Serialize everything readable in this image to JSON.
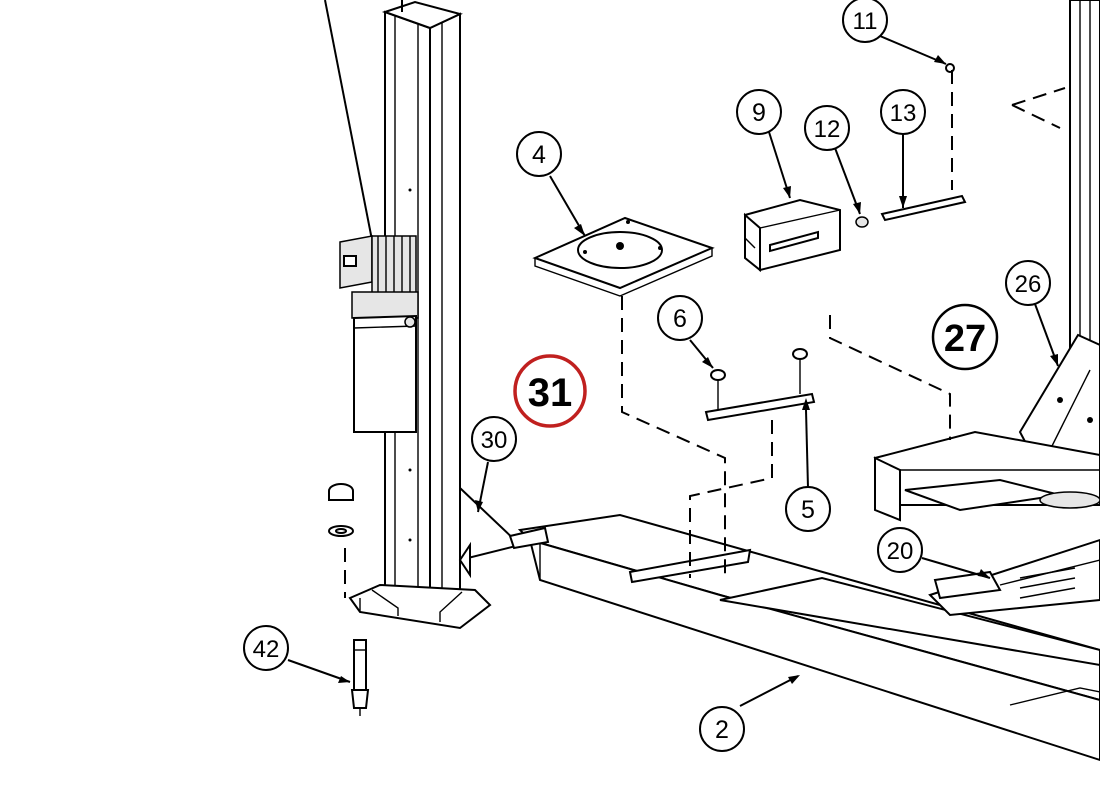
{
  "callouts": [
    {
      "id": "c2",
      "label": "2"
    },
    {
      "id": "c4",
      "label": "4"
    },
    {
      "id": "c5",
      "label": "5"
    },
    {
      "id": "c6",
      "label": "6"
    },
    {
      "id": "c9",
      "label": "9"
    },
    {
      "id": "c11",
      "label": "11"
    },
    {
      "id": "c12",
      "label": "12"
    },
    {
      "id": "c13",
      "label": "13"
    },
    {
      "id": "c20",
      "label": "20"
    },
    {
      "id": "c26",
      "label": "26"
    },
    {
      "id": "c27",
      "label": "27"
    },
    {
      "id": "c30",
      "label": "30"
    },
    {
      "id": "c31",
      "label": "31",
      "highlight": "#c0201f"
    },
    {
      "id": "c42",
      "label": "42"
    }
  ],
  "colors": {
    "ink": "#000000",
    "highlight": "#c0201f",
    "background": "#ffffff"
  }
}
